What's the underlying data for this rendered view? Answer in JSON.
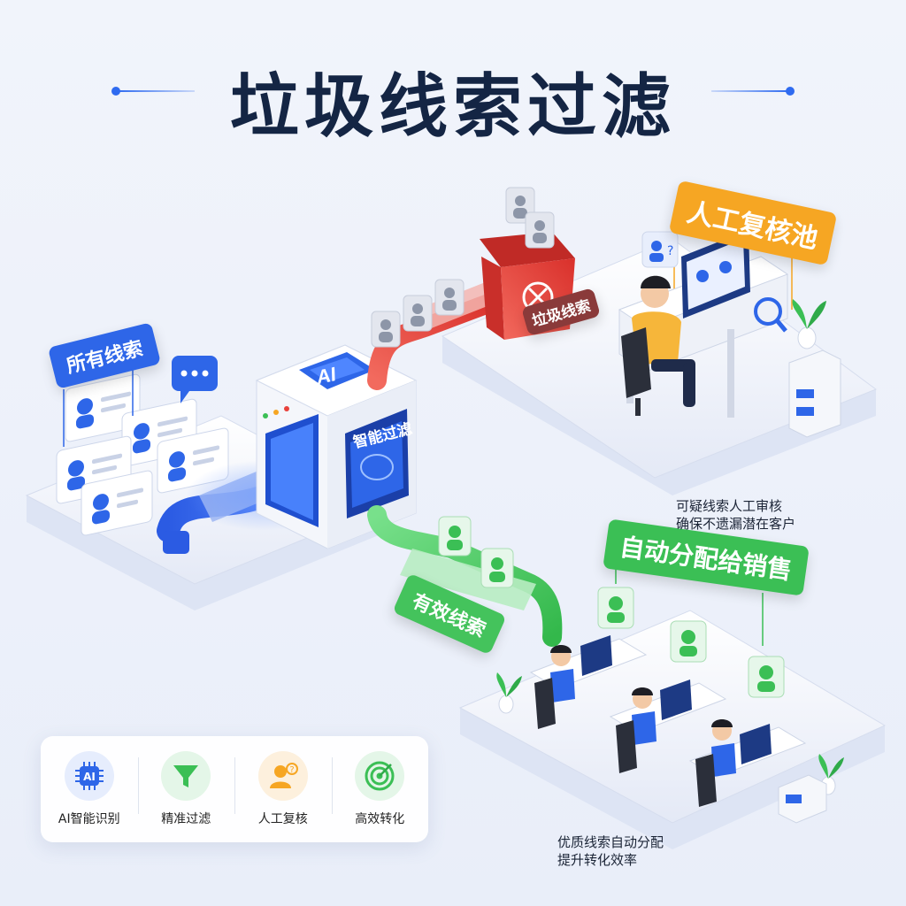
{
  "title": "垃圾线索过滤",
  "tags": {
    "all_leads": "所有线索",
    "manual_pool": "人工复核池",
    "trash_leads": "垃圾线索",
    "auto_assign": "自动分配给销售",
    "valid_leads": "有效线索",
    "smart_filter": "智能过滤",
    "ai_chip": "AI"
  },
  "captions": {
    "manual_line1": "可疑线索人工审核",
    "manual_line2": "确保不遗漏潜在客户",
    "assign_line1": "优质线索自动分配",
    "assign_line2": "提升转化效率"
  },
  "legend": [
    {
      "label": "AI智能识别",
      "icon": "ai-chip-icon",
      "color": "#2e66e8",
      "chip": "AI"
    },
    {
      "label": "精准过滤",
      "icon": "funnel-icon",
      "color": "#3bbf55"
    },
    {
      "label": "人工复核",
      "icon": "reviewer-icon",
      "color": "#f6a623"
    },
    {
      "label": "高效转化",
      "icon": "target-icon",
      "color": "#3bbf55"
    }
  ],
  "colors": {
    "primary_blue": "#2e66e8",
    "orange": "#f6a623",
    "trash_red": "#e8413b",
    "green": "#3bbf55",
    "title_navy": "#142544"
  }
}
